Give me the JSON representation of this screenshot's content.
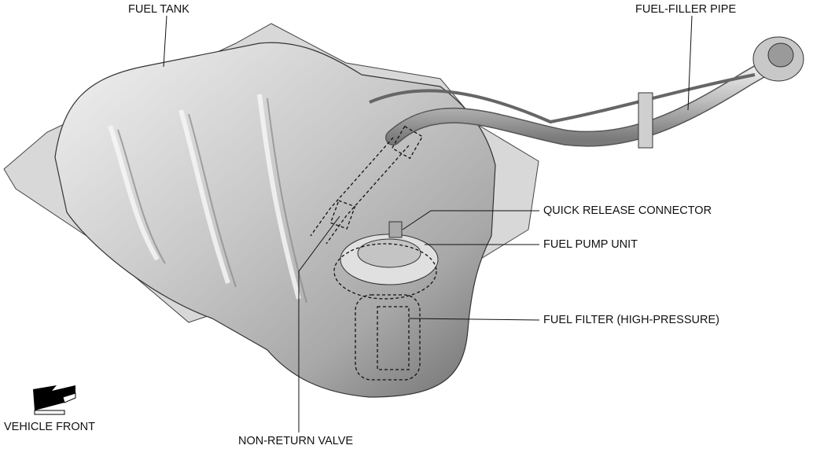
{
  "labels": {
    "fuel_tank": "FUEL TANK",
    "fuel_filler_pipe": "FUEL-FILLER PIPE",
    "quick_release_connector": "QUICK RELEASE CONNECTOR",
    "fuel_pump_unit": "FUEL PUMP UNIT",
    "fuel_filter": "FUEL FILTER (HIGH-PRESSURE)",
    "non_return_valve": "NON-RETURN VALVE",
    "vehicle_front": "VEHICLE FRONT"
  },
  "colors": {
    "metal_light": "#e4e4e4",
    "metal_dark": "#8a8a8a",
    "line": "#111111"
  }
}
